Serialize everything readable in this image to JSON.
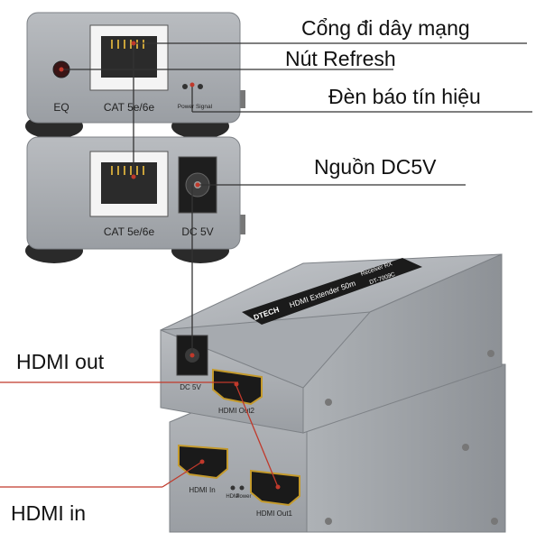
{
  "callouts": {
    "network_port": "Cổng đi dây mạng",
    "refresh_button": "Nút Refresh",
    "signal_led": "Đèn báo tín hiệu",
    "power": "Nguồn DC5V",
    "hdmi_out": "HDMI out",
    "hdmi_in": "HDMI in"
  },
  "top_unit": {
    "eq": "EQ",
    "port": "CAT 5e/6e",
    "power_led": "Power",
    "signal_led": "Signal"
  },
  "mid_unit": {
    "port": "CAT 5e/6e",
    "dc": "DC 5V"
  },
  "device": {
    "brand": "DTECH",
    "model_title": "HDMI Extender 50m",
    "receiver": "Receiver RX",
    "sku": "DT-7009C",
    "dc": "DC 5V",
    "hdmi_out2": "HDMI Out2",
    "hdmi_in": "HDMI In",
    "hdmi_led": "HDMI",
    "power_led": "Power",
    "hdmi_out1": "HDMI Out1"
  },
  "colors": {
    "annotation_line": "#c0392b",
    "body_gray": "#8e9297"
  }
}
